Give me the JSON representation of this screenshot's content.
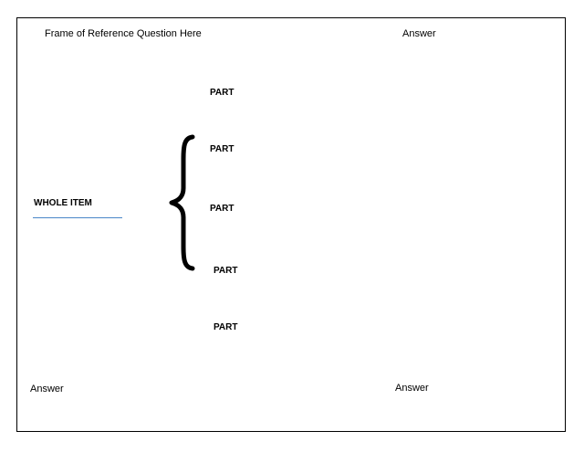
{
  "header": {
    "question": "Frame of Reference Question Here",
    "answer": "Answer"
  },
  "whole_item": {
    "label": "WHOLE ITEM"
  },
  "parts": [
    "PART",
    "PART",
    "PART",
    "PART",
    "PART"
  ],
  "footer": {
    "answer_left": "Answer",
    "answer_right": "Answer"
  },
  "colors": {
    "text": "#000000",
    "underline": "#4a86c8",
    "border": "#000000"
  },
  "icons": {
    "brace": "left-curly-brace-icon"
  }
}
